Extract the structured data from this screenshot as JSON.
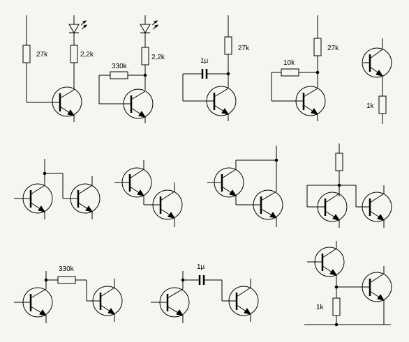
{
  "background_color": "#f6f6f0",
  "line_color": "#000000",
  "labels": {
    "c1_r1": "27k",
    "c1_r2": "2,2k",
    "c2_r1": "330k",
    "c2_r2": "2,2k",
    "c3_c1": "1µ",
    "c3_r1": "27k",
    "c4_r1": "10k",
    "c4_r2": "27k",
    "c5_r1": "1k",
    "c10_r1": "330k",
    "c11_c1": "1µ",
    "c12_r1": "1k"
  }
}
